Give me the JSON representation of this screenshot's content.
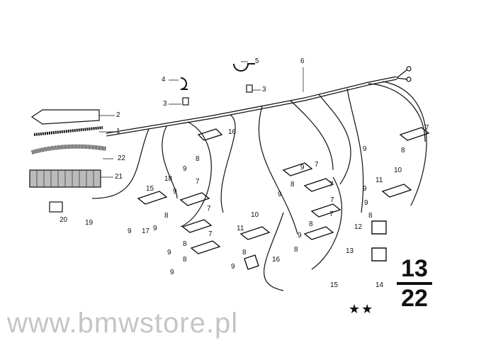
{
  "diagram": {
    "watermark": "www.bmwstore.pl",
    "group_number_top": "13",
    "group_number_bottom": "22",
    "stars": "★★",
    "part_labels": [
      "2",
      "1",
      "22",
      "21",
      "20",
      "19",
      "4",
      "3",
      "5",
      "3",
      "6",
      "16",
      "8",
      "9",
      "15",
      "18",
      "17",
      "9",
      "7",
      "8",
      "9",
      "9",
      "7",
      "8",
      "9",
      "8",
      "7",
      "9",
      "10",
      "11",
      "8",
      "9",
      "16",
      "8",
      "9",
      "7",
      "8",
      "9",
      "7",
      "7",
      "8",
      "9",
      "7",
      "10",
      "11",
      "9",
      "12",
      "13",
      "14",
      "15",
      "7",
      "8",
      "9",
      "9",
      "8"
    ]
  }
}
